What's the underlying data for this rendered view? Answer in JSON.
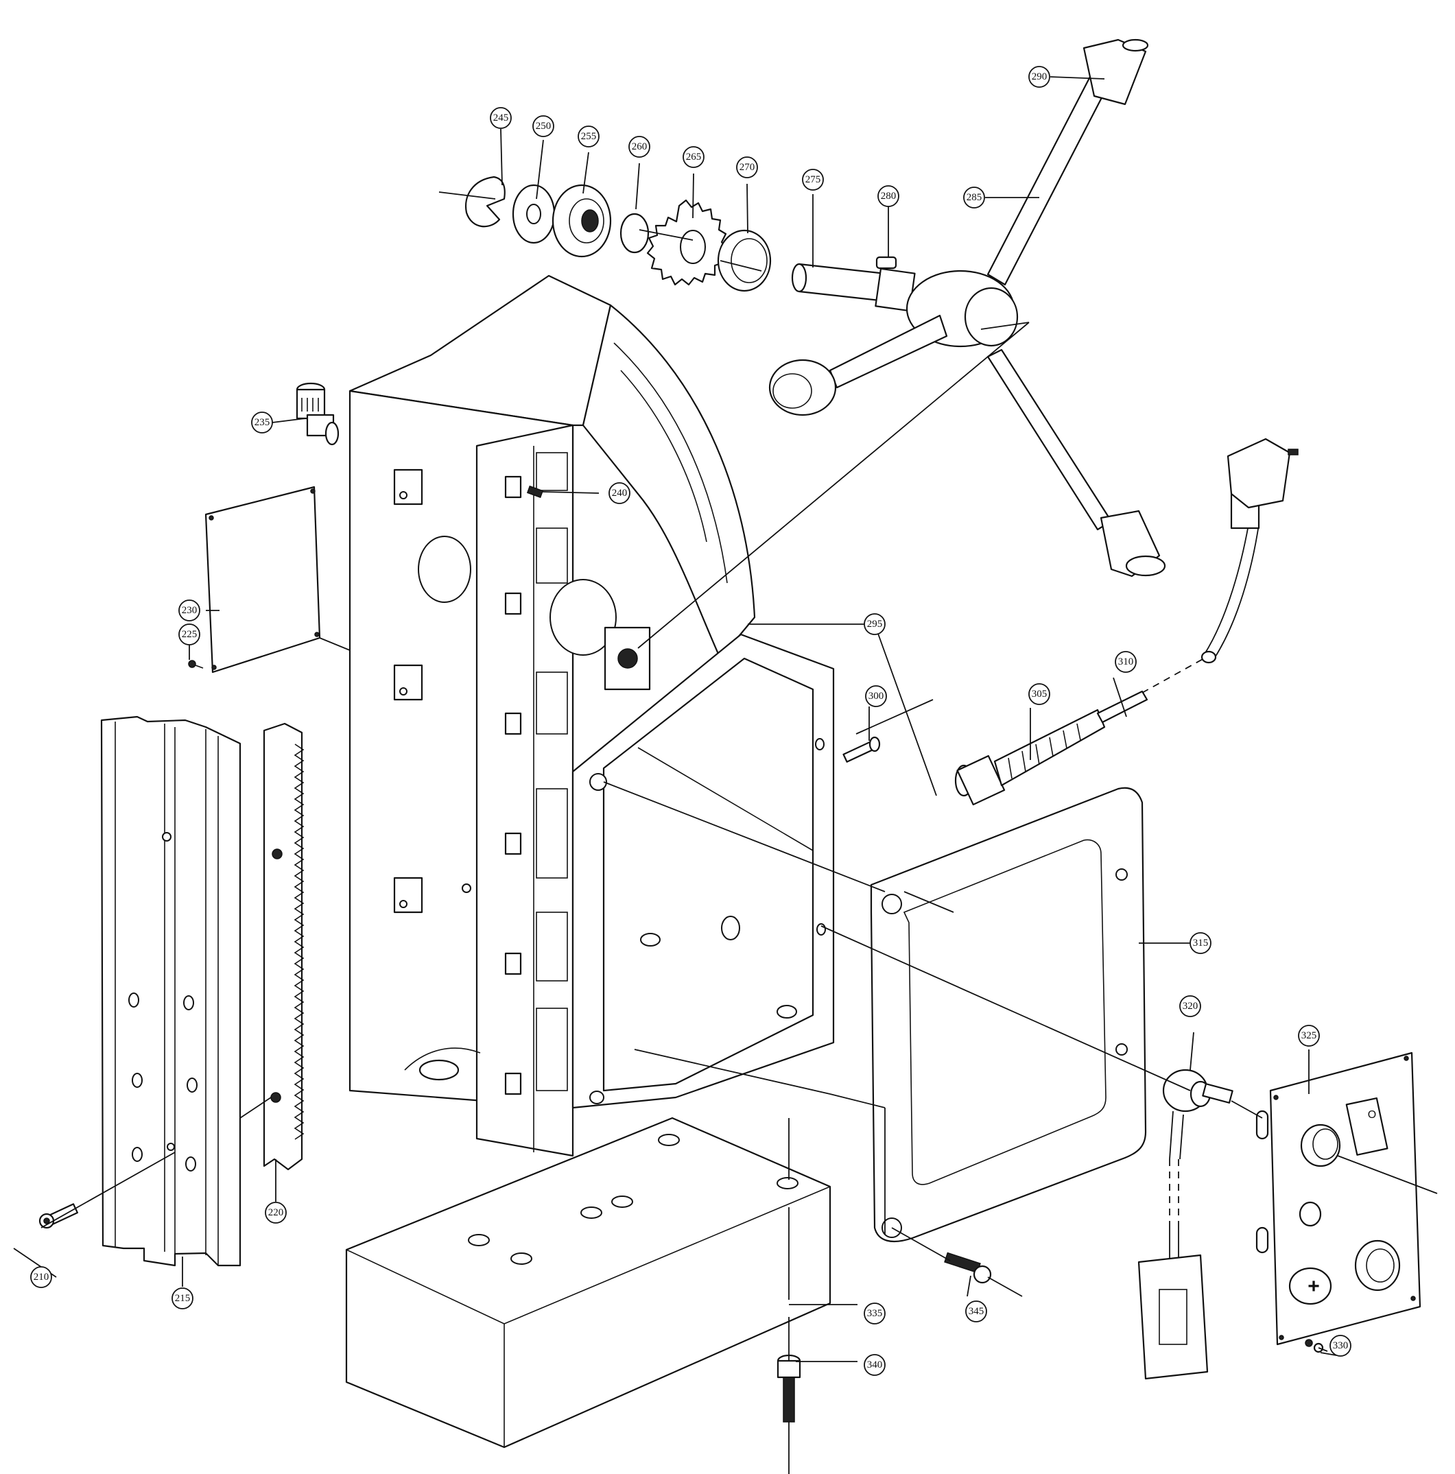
{
  "callouts": {
    "p210": "210",
    "p215": "215",
    "p220": "220",
    "p225": "225",
    "p230": "230",
    "p235": "235",
    "p240": "240",
    "p245": "245",
    "p250": "250",
    "p255": "255",
    "p260": "260",
    "p265": "265",
    "p270": "270",
    "p275": "275",
    "p280": "280",
    "p285": "285",
    "p290": "290",
    "p295": "295",
    "p300": "300",
    "p305": "305",
    "p310": "310",
    "p315": "315",
    "p320": "320",
    "p325": "325",
    "p330": "330",
    "p335": "335",
    "p340": "340",
    "p345": "345"
  },
  "switch_symbols": {
    "rocker_off": "O",
    "knob_plus": "+"
  }
}
